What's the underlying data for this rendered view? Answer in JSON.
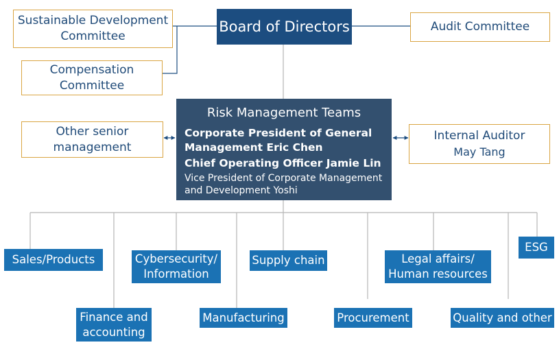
{
  "board": {
    "label": "Board of Directors"
  },
  "sustainable_dev_committee": {
    "line1": "Sustainable Development",
    "line2": "Committee"
  },
  "compensation_committee": {
    "line1": "Compensation",
    "line2": "Committee"
  },
  "audit_committee": {
    "label": "Audit Committee"
  },
  "risk_teams": {
    "title": "Risk Management Teams",
    "members": [
      {
        "line1": "Corporate President of General",
        "line2": "Management Eric Chen"
      },
      {
        "line1": "Chief Operating Officer Jamie Lin"
      },
      {
        "line1": "Vice President of Corporate Management",
        "line2": "and Development Yoshi"
      }
    ]
  },
  "other_senior": {
    "line1": "Other senior",
    "line2": "management"
  },
  "internal_auditor": {
    "line1": "Internal Auditor",
    "line2": "May Tang"
  },
  "departments": {
    "sales": "Sales/Products",
    "finance": {
      "line1": "Finance and",
      "line2": "accounting"
    },
    "cyber": {
      "line1": "Cybersecurity/",
      "line2": "Information"
    },
    "manufacturing": "Manufacturing",
    "supply": "Supply chain",
    "procurement": "Procurement",
    "legal": {
      "line1": "Legal affairs/",
      "line2": "Human resources"
    },
    "quality": "Quality and other",
    "esg": "ESG"
  },
  "colors": {
    "board_fill": "#1c4d80",
    "risk_fill": "#33506f",
    "department_fill": "#1b72b4",
    "outline_border": "#d9a441",
    "outline_text": "#1f4a78",
    "connector": "#b5b5b5"
  }
}
